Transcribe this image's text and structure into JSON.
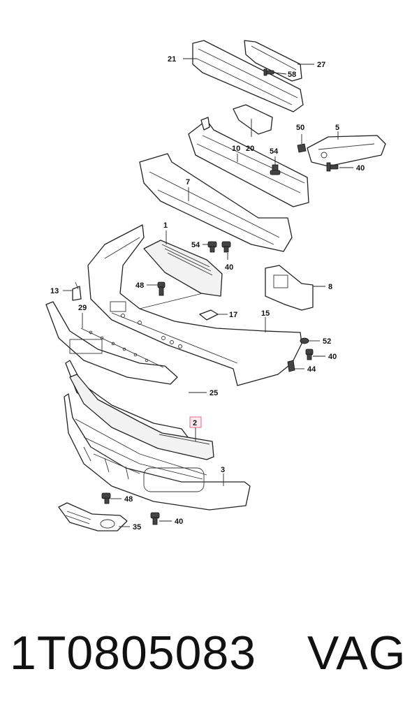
{
  "diagram": {
    "callouts": [
      {
        "id": "c21",
        "label": "21"
      },
      {
        "id": "c27",
        "label": "27"
      },
      {
        "id": "c58",
        "label": "58"
      },
      {
        "id": "c50",
        "label": "50"
      },
      {
        "id": "c5",
        "label": "5"
      },
      {
        "id": "c10",
        "label": "10"
      },
      {
        "id": "c20",
        "label": "20"
      },
      {
        "id": "c54a",
        "label": "54"
      },
      {
        "id": "c40a",
        "label": "40"
      },
      {
        "id": "c7",
        "label": "7"
      },
      {
        "id": "c1",
        "label": "1"
      },
      {
        "id": "c54b",
        "label": "54"
      },
      {
        "id": "c40b",
        "label": "40"
      },
      {
        "id": "c48a",
        "label": "48"
      },
      {
        "id": "c8",
        "label": "8"
      },
      {
        "id": "c13",
        "label": "13"
      },
      {
        "id": "c29",
        "label": "29"
      },
      {
        "id": "c17",
        "label": "17"
      },
      {
        "id": "c15",
        "label": "15"
      },
      {
        "id": "c52",
        "label": "52"
      },
      {
        "id": "c40c",
        "label": "40"
      },
      {
        "id": "c44",
        "label": "44"
      },
      {
        "id": "c25",
        "label": "25"
      },
      {
        "id": "c2",
        "label": "2",
        "highlighted": true
      },
      {
        "id": "c3",
        "label": "3"
      },
      {
        "id": "c48b",
        "label": "48"
      },
      {
        "id": "c40d",
        "label": "40"
      },
      {
        "id": "c35",
        "label": "35"
      }
    ],
    "highlight_color": "#e06b86"
  },
  "caption": {
    "part_number": "1T0805083",
    "brand": "VAG"
  }
}
